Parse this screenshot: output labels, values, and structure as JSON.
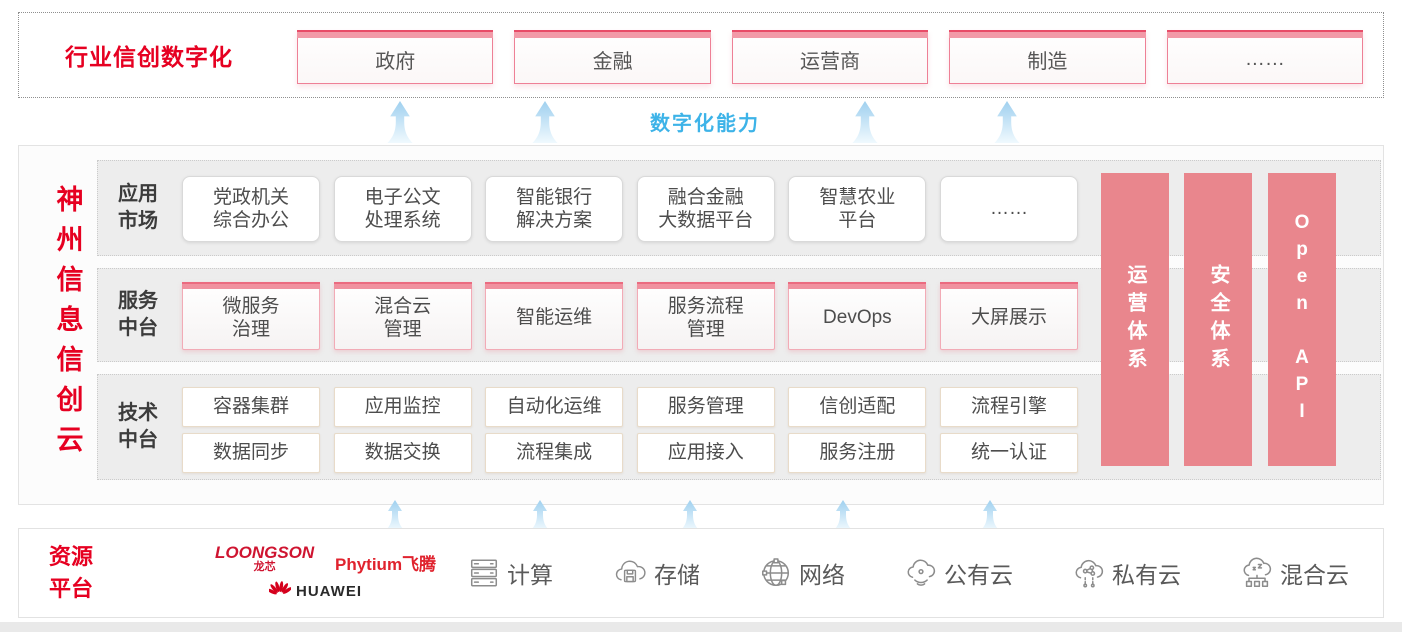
{
  "colors": {
    "accent_red": "#e60021",
    "box_border_red": "#ee8096",
    "pink_bar": "#e9868d",
    "capability_blue": "#3db3e8",
    "arrow_blue": "#a4d2f0",
    "panel_gray": "#ededed"
  },
  "top_banner": {
    "title": "行业信创数字化",
    "items": [
      "政府",
      "金融",
      "运营商",
      "制造",
      "……"
    ]
  },
  "capability_label": "数字化能力",
  "platform": {
    "title": "神州信息信创云",
    "rows": [
      {
        "label": "应用\n市场",
        "items": [
          "党政机关\n综合办公",
          "电子公文\n处理系统",
          "智能银行\n解决方案",
          "融合金融\n大数据平台",
          "智慧农业\n平台",
          "……"
        ]
      },
      {
        "label": "服务\n中台",
        "items": [
          "微服务\n治理",
          "混合云\n管理",
          "智能运维",
          "服务流程\n管理",
          "DevOps",
          "大屏展示"
        ]
      },
      {
        "label": "技术\n中台",
        "items_row1": [
          "容器集群",
          "应用监控",
          "自动化运维",
          "服务管理",
          "信创适配",
          "流程引擎"
        ],
        "items_row2": [
          "数据同步",
          "数据交换",
          "流程集成",
          "应用接入",
          "服务注册",
          "统一认证"
        ]
      }
    ],
    "side_bars": [
      "运营体系",
      "安全体系",
      "Open API"
    ]
  },
  "resources": {
    "label": "资源\n平台",
    "vendors": {
      "loongson": "LOONGSON",
      "loongson_sub": "龙芯",
      "phytium": "Phytium飞腾",
      "huawei": "HUAWEI"
    },
    "items": [
      {
        "name": "计算",
        "icon": "server-icon"
      },
      {
        "name": "存储",
        "icon": "storage-cloud-icon"
      },
      {
        "name": "网络",
        "icon": "network-globe-icon"
      },
      {
        "name": "公有云",
        "icon": "public-cloud-icon"
      },
      {
        "name": "私有云",
        "icon": "private-cloud-icon"
      },
      {
        "name": "混合云",
        "icon": "hybrid-cloud-icon"
      }
    ]
  }
}
